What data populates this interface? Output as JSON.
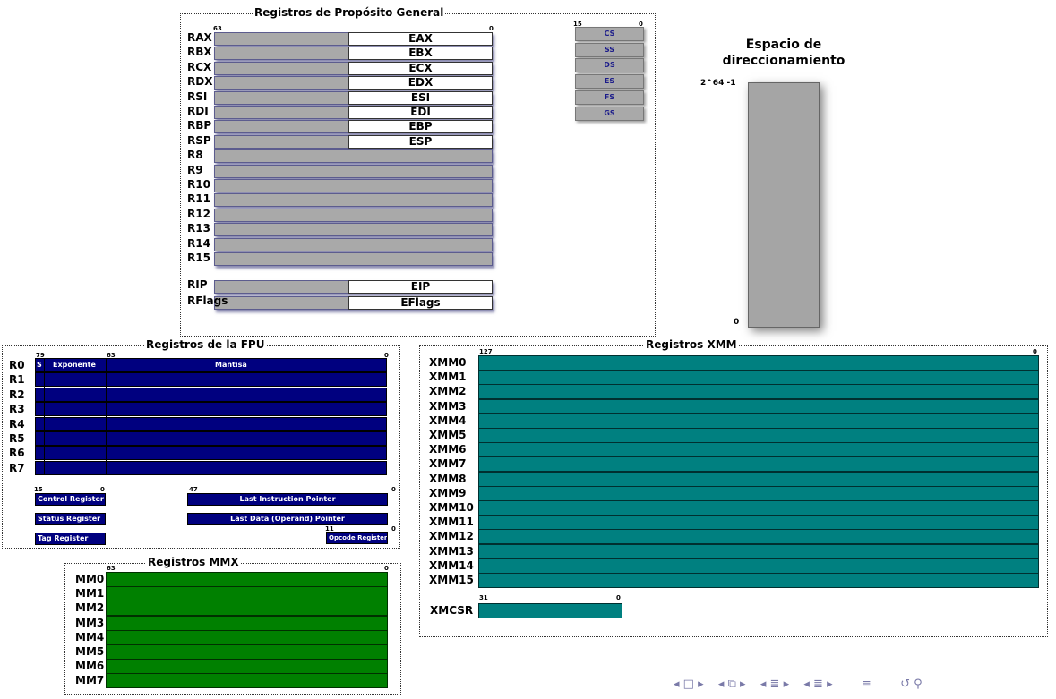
{
  "gpr": {
    "title": "Registros de Propósito General",
    "bit_hi": "63",
    "bit_lo": "0",
    "registers": [
      {
        "name": "RAX",
        "sub": "EAX"
      },
      {
        "name": "RBX",
        "sub": "EBX"
      },
      {
        "name": "RCX",
        "sub": "ECX"
      },
      {
        "name": "RDX",
        "sub": "EDX"
      },
      {
        "name": "RSI",
        "sub": "ESI"
      },
      {
        "name": "RDI",
        "sub": "EDI"
      },
      {
        "name": "RBP",
        "sub": "EBP"
      },
      {
        "name": "RSP",
        "sub": "ESP"
      },
      {
        "name": "R8",
        "sub": ""
      },
      {
        "name": "R9",
        "sub": ""
      },
      {
        "name": "R10",
        "sub": ""
      },
      {
        "name": "R11",
        "sub": ""
      },
      {
        "name": "R12",
        "sub": ""
      },
      {
        "name": "R13",
        "sub": ""
      },
      {
        "name": "R14",
        "sub": ""
      },
      {
        "name": "R15",
        "sub": ""
      }
    ],
    "rip": {
      "name": "RIP",
      "sub": "EIP"
    },
    "rflags": {
      "name": "RFlags",
      "sub": "EFlags"
    }
  },
  "segments": {
    "bit_hi": "15",
    "bit_lo": "0",
    "registers": [
      "CS",
      "SS",
      "DS",
      "ES",
      "FS",
      "GS"
    ]
  },
  "address_space": {
    "title": "Espacio de direccionamiento",
    "top_label": "2^64 -1",
    "bottom_label": "0"
  },
  "fpu": {
    "title": "Registros de la FPU",
    "bit_79": "79",
    "bit_63": "63",
    "bit_0": "0",
    "sign_label": "S",
    "exponent_label": "Exponente",
    "mantissa_label": "Mantisa",
    "registers": [
      "R0",
      "R1",
      "R2",
      "R3",
      "R4",
      "R5",
      "R6",
      "R7"
    ],
    "control": {
      "bit_15": "15",
      "bit_0": "0",
      "control_register": "Control Register",
      "status_register": "Status Register",
      "tag_register": "Tag Register"
    },
    "pointers": {
      "bit_47": "47",
      "bit_0": "0",
      "last_instruction": "Last Instruction Pointer",
      "last_data": "Last Data (Operand) Pointer",
      "opcode_bit_11": "11",
      "opcode_bit_0": "0",
      "opcode_register": "Opcode Register"
    }
  },
  "xmm": {
    "title": "Registros XMM",
    "bit_hi": "127",
    "bit_lo": "0",
    "registers": [
      "XMM0",
      "XMM1",
      "XMM2",
      "XMM3",
      "XMM4",
      "XMM5",
      "XMM6",
      "XMM7",
      "XMM8",
      "XMM9",
      "XMM10",
      "XMM11",
      "XMM12",
      "XMM13",
      "XMM14",
      "XMM15"
    ],
    "mxcsr": {
      "name": "XMCSR",
      "bit_hi": "31",
      "bit_lo": "0"
    }
  },
  "mmx": {
    "title": "Registros MMX",
    "bit_hi": "63",
    "bit_lo": "0",
    "registers": [
      "MM0",
      "MM1",
      "MM2",
      "MM3",
      "MM4",
      "MM5",
      "MM6",
      "MM7"
    ]
  },
  "nav": {
    "icons": [
      "prev-frame-icon",
      "frame-icon",
      "next-frame-icon",
      "prev-subsection-icon",
      "subsection-icon",
      "next-subsection-icon",
      "prev-section-icon",
      "section-icon",
      "next-section-icon",
      "prev-slide-icon",
      "align-icon",
      "next-slide-icon",
      "back-icon",
      "search-icon"
    ]
  },
  "colors": {
    "gpr_fill": "#a9a9a9",
    "fpu_fill": "#00007f",
    "xmm_fill": "#008080",
    "mmx_fill": "#008000"
  }
}
